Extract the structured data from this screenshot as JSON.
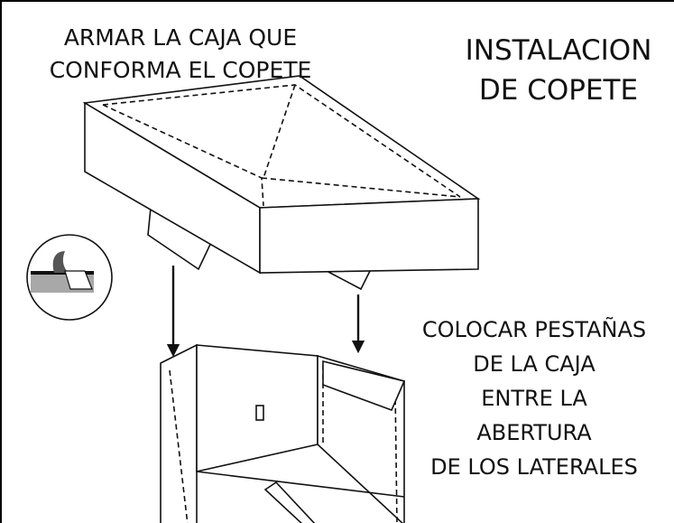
{
  "instructions": {
    "step1": "ARMAR LA CAJA QUE\nCONFORMA EL COPETE",
    "title": "INSTALACION\nDE COPETE",
    "step2": "COLOCAR PESTAÑAS\nDE LA CAJA\nENTRE LA\nABERTURA\nDE LOS LATERALES"
  }
}
